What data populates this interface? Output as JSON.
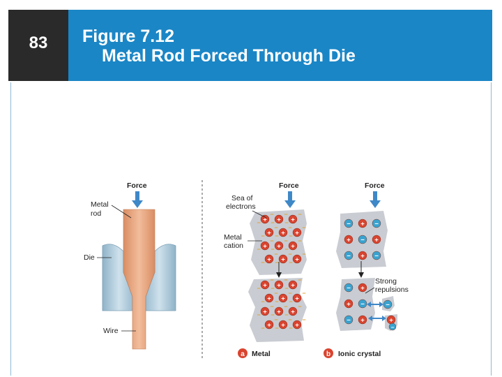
{
  "slide": {
    "number": "83",
    "title_line1": "Figure 7.12",
    "title_line2": "Metal Rod Forced Through Die"
  },
  "diagram": {
    "force_label": "Force",
    "metal_rod_label_1": "Metal",
    "metal_rod_label_2": "rod",
    "die_label": "Die",
    "wire_label": "Wire",
    "sea_label_1": "Sea of",
    "sea_label_2": "electrons",
    "cation_label_1": "Metal",
    "cation_label_2": "cation",
    "repulsion_label_1": "Strong",
    "repulsion_label_2": "repulsions",
    "panel_a_letter": "a",
    "panel_a_label": "Metal",
    "panel_b_letter": "b",
    "panel_b_label": "Ionic crystal",
    "plus_sign": "+",
    "minus_sign": "−"
  },
  "colors": {
    "header": "#1a86c6",
    "copper": "#e8a77f",
    "die_steel": "#a9c7d8",
    "force_arrow": "#3f88c8",
    "cation": "#d9442f",
    "anion": "#3aa3cf",
    "electron": "#e0a233",
    "lattice_bg": "#c9ccd2"
  }
}
